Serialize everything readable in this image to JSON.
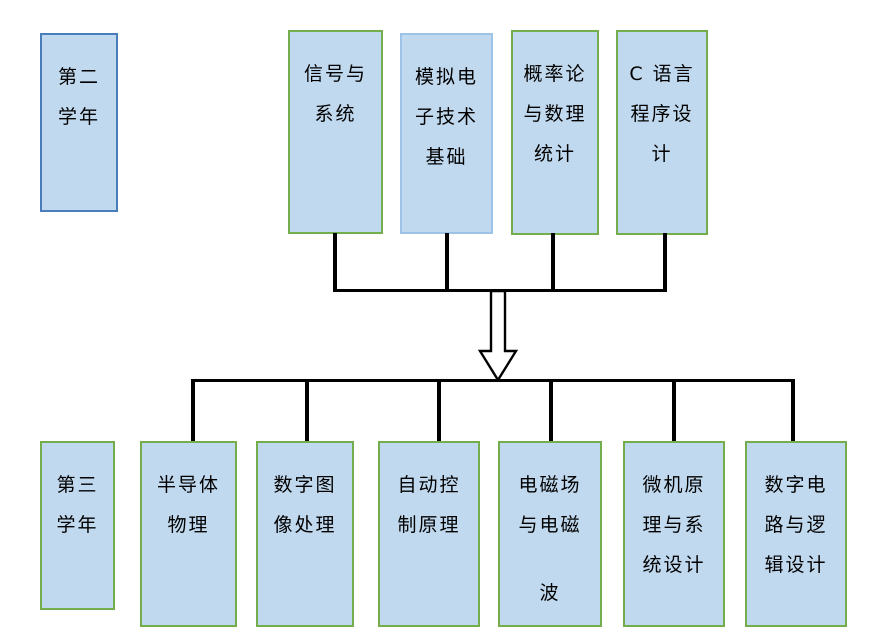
{
  "colors": {
    "background": "#ffffff",
    "box_fill": "#c1d9ee",
    "green_border": "#74ad4c",
    "blue_border": "#4a7ebb",
    "light_blue_border": "#9dc3e6",
    "connector": "#000000",
    "arrow_fill": "#ffffff",
    "text": "#000000"
  },
  "boxes": {
    "year2": {
      "text": "第二学年",
      "lines": [
        "第二",
        "学年"
      ]
    },
    "signals": {
      "text": "信号与系统",
      "lines": [
        "信号与",
        "系统"
      ]
    },
    "analog": {
      "text": "模拟电子技术基础",
      "lines": [
        "模拟电",
        "子技术",
        "基础"
      ]
    },
    "probability": {
      "text": "概率论与数理统计",
      "lines": [
        "概率论",
        "与数理",
        "统计"
      ]
    },
    "c_language": {
      "text": "C 语言程序设计",
      "lines": [
        "C 语言",
        "程序设",
        "计"
      ]
    },
    "year3": {
      "text": "第三学年",
      "lines": [
        "第三",
        "学年"
      ]
    },
    "semiconductor": {
      "text": "半导体物理",
      "lines": [
        "半导体",
        "物理"
      ]
    },
    "image_processing": {
      "text": "数字图像处理",
      "lines": [
        "数字图",
        "像处理"
      ]
    },
    "auto_control": {
      "text": "自动控制原理",
      "lines": [
        "自动控",
        "制原理"
      ]
    },
    "em_wave": {
      "text": "电磁场与电磁波",
      "lines": [
        "电磁场",
        "与电磁",
        "波"
      ]
    },
    "microcomputer": {
      "text": "微机原理与系统设计",
      "lines": [
        "微机原",
        "理与系",
        "统设计"
      ]
    },
    "digital_logic": {
      "text": "数字电路与逻辑设计",
      "lines": [
        "数字电",
        "路与逻",
        "辑设计"
      ]
    }
  }
}
